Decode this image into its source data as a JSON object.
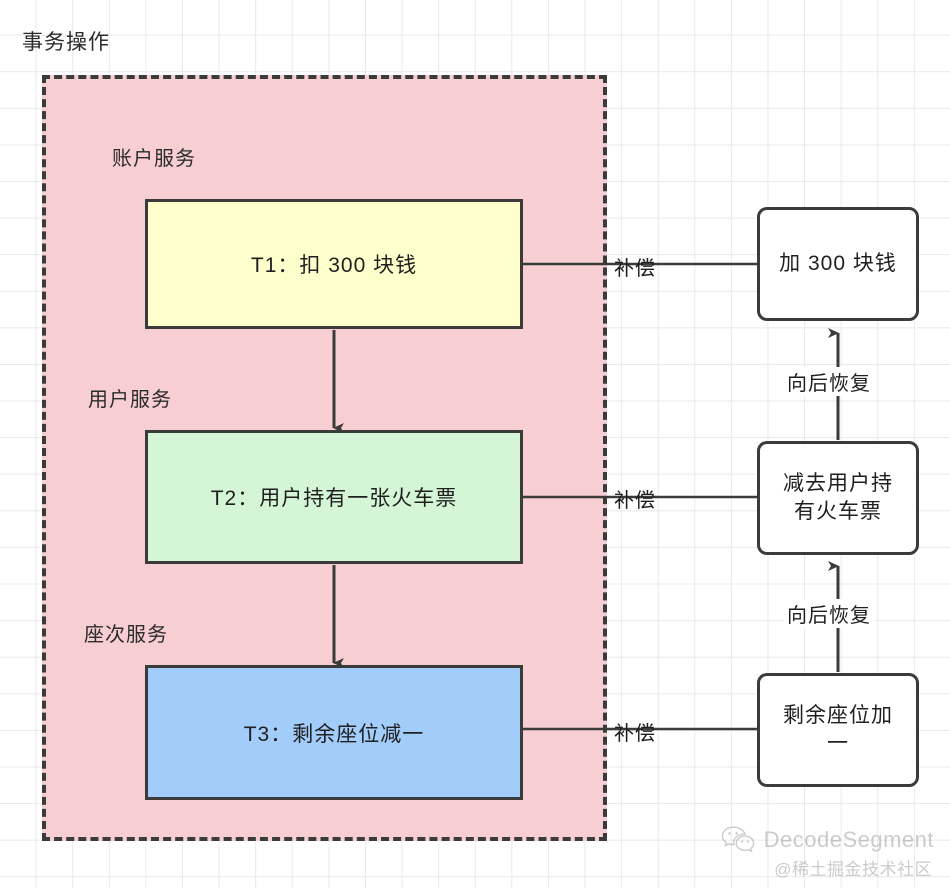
{
  "diagram": {
    "group_title": "事务操作",
    "services": [
      {
        "label": "账户服务"
      },
      {
        "label": "用户服务"
      },
      {
        "label": "座次服务"
      }
    ],
    "transactions": [
      {
        "label": "T1：扣 300 块钱",
        "color": "#ffffcc"
      },
      {
        "label": "T2：用户持有一张火车票",
        "color": "#d5f6d6"
      },
      {
        "label": "T3：剩余座位减一",
        "color": "#a2ccfa"
      }
    ],
    "compensations": [
      {
        "label": "加 300 块钱"
      },
      {
        "label": "减去用户持有火车票"
      },
      {
        "label": "剩余座位加一"
      }
    ],
    "edge_labels": {
      "compensate_1": "补偿",
      "compensate_2": "补偿",
      "compensate_3": "补偿",
      "rollback_1": "向后恢复",
      "rollback_2": "向后恢复"
    },
    "colors": {
      "group_fill": "#f7ced2",
      "group_border": "#3b3b3b",
      "stroke": "#3b3b3b",
      "text": "#1f1f1f",
      "grid": "#e9e9e9",
      "box_white": "#ffffff"
    }
  },
  "watermark": {
    "icon": "wechat-icon",
    "name": "DecodeSegment",
    "subtitle": "@稀土掘金技术社区"
  }
}
